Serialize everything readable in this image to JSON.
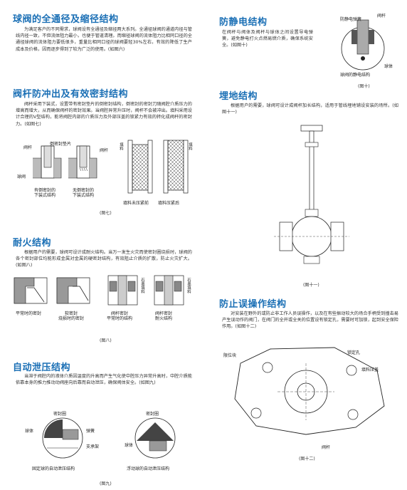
{
  "full_bore": {
    "title": "球阀的全通径及缩径结构",
    "text": "为满足客户的不同需求，球阀设有全通径及缩径两大系列。全通径球阀的通道内径与管线内径一致，不但流体阻力最小，也便于管道清理。而缩径球阀的流体阻力比相同口径的全通径球阀的流体阻力要低很多，重量比相同口径的球阀要轻30%左右，有效的降低了生产成本及价格，因而逐步得到了较为广泛的使用。(如图六)"
  },
  "anti_blowout": {
    "title": "阀杆防冲出及有效密封结构",
    "text": "阀杆采用下装式，设置带有密封垫片的倒密封结构，倒密封的密封刀随阀腔介质压力的增高而增大，从而确保阀杆的密封效果。当阀腔异常升压时，阀杆不会被冲出。填料采用设计合理的V型结构，能将阀腔内部的介质压力及外部压盖的锁紧力有效的转化成阀杆的密封力。(如图七)",
    "labels": {
      "stem": "阀杆",
      "backseat_gasket": "倒密封垫片",
      "stem2": "阀杆",
      "ball": "球阀",
      "with_backseat": "有倒密封的\n下装式结构",
      "without_backseat": "无倒密封的\n下装式结构",
      "packing_before": "填料未压紧前",
      "packing_after": "填料压紧后",
      "packing_l": "填料",
      "packing_r": "填料"
    },
    "caption": "(图七)"
  },
  "fire_safe": {
    "title": "耐火结构",
    "text": "根据用户的需要，球阀可设计成耐火结构。当万一发生火灾而使密封圈烧损时，球阀的各个密封部位均能形成金属对金属的硬密封结构，有效阻止介质的扩散，防止火灾扩大。(如图八)",
    "labels": {
      "normal": "平常时的密封",
      "soft_burnt": "软密封\n烧损时的密封",
      "stem_normal": "阀杆密封\n平常时的结构",
      "stem_fire": "阀杆密封\n耐火结构",
      "tag1": "石墨填料",
      "tag2": "石墨填料"
    },
    "caption": "(图八)"
  },
  "self_relief": {
    "title": "自动泄压结构",
    "text": "当滞于阀腔内的液体介质因温度的升高而产生气化使中腔压力异常升高时，中腔介质能依靠本身的推力推动动阀座向后靠而自动泄压，确保阀体安全。(如图九)",
    "labels": {
      "seal_ring_l": "密封圈",
      "ball_l": "球体",
      "spring": "弹簧",
      "support": "支承架",
      "seal_ring_r": "密封圈",
      "ball_r": "球体",
      "fixed": "固定球的自动泄压结构",
      "floating": "浮动球的自动泄压结构"
    },
    "caption": "(图九)"
  },
  "antistatic": {
    "title": "防静电结构",
    "text": "在阀杆与阀体及阀杆与球体之间设置导电弹簧，避免静电打火点燃易燃介质，确保系统安全。(如图十)",
    "labels": {
      "spring": "防静电弹簧",
      "stem": "阀杆",
      "ball": "球体",
      "name": "球阀的静电结构"
    },
    "caption": "(图十)"
  },
  "buried": {
    "title": "埋地结构",
    "text": "根据用户的需要，球阀可设计成阀杆加长结构，适用于管线埋地铺设安装的场所。(如图十一)",
    "caption": "(图十一)"
  },
  "anti_misop": {
    "title": "防止误操作结构",
    "text": "对安装在野外的或防止非工作人员误操作，以及在有些振动较大的场合手柄受到撞击易产生误动作的阀门，在阀门的全开或全关的位置设有锁定孔，需要时可加锁，起到安全保险作用。(如图十二)",
    "labels": {
      "limit_block": "限位块",
      "lock_hole": "锁定孔",
      "gland": "填料压盖",
      "stem": "阀杆"
    },
    "caption": "(图十二)"
  }
}
